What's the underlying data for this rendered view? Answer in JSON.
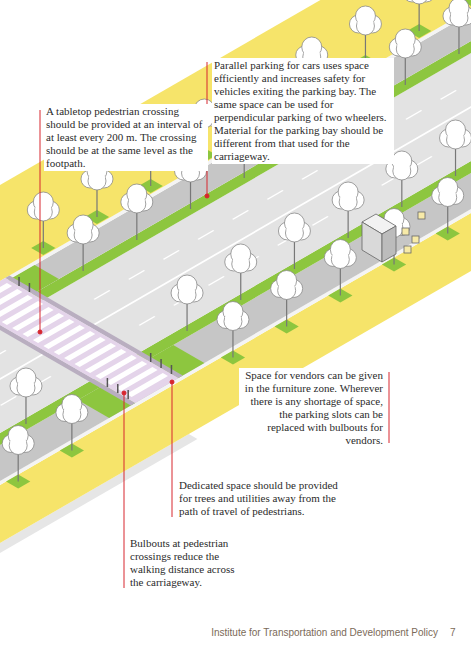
{
  "diagram": {
    "labels": [
      "A tabletop pedestrian crossing should be provided at an interval of at least every 200 m. The crossing should be at the same level as the footpath.",
      "Parallel parking for cars uses space efficiently and increases safety for vehicles exiting the parking bay. The same space can be used for perpendicular parking of two wheelers. Material for the parking bay should be different from that used for the carriageway.",
      "Space for vendors can be given in the furniture zone. Wherever there is any shortage of space, the parking slots can be replaced with bulbouts for vendors.",
      "Dedicated space should be provided for trees and utilities away from the path of travel of pedestrians.",
      "Bulbouts at pedestrian crossings reduce the walking distance across the carriageway.",
      "Institute for Transportation and Development Policy",
      "7"
    ]
  }
}
